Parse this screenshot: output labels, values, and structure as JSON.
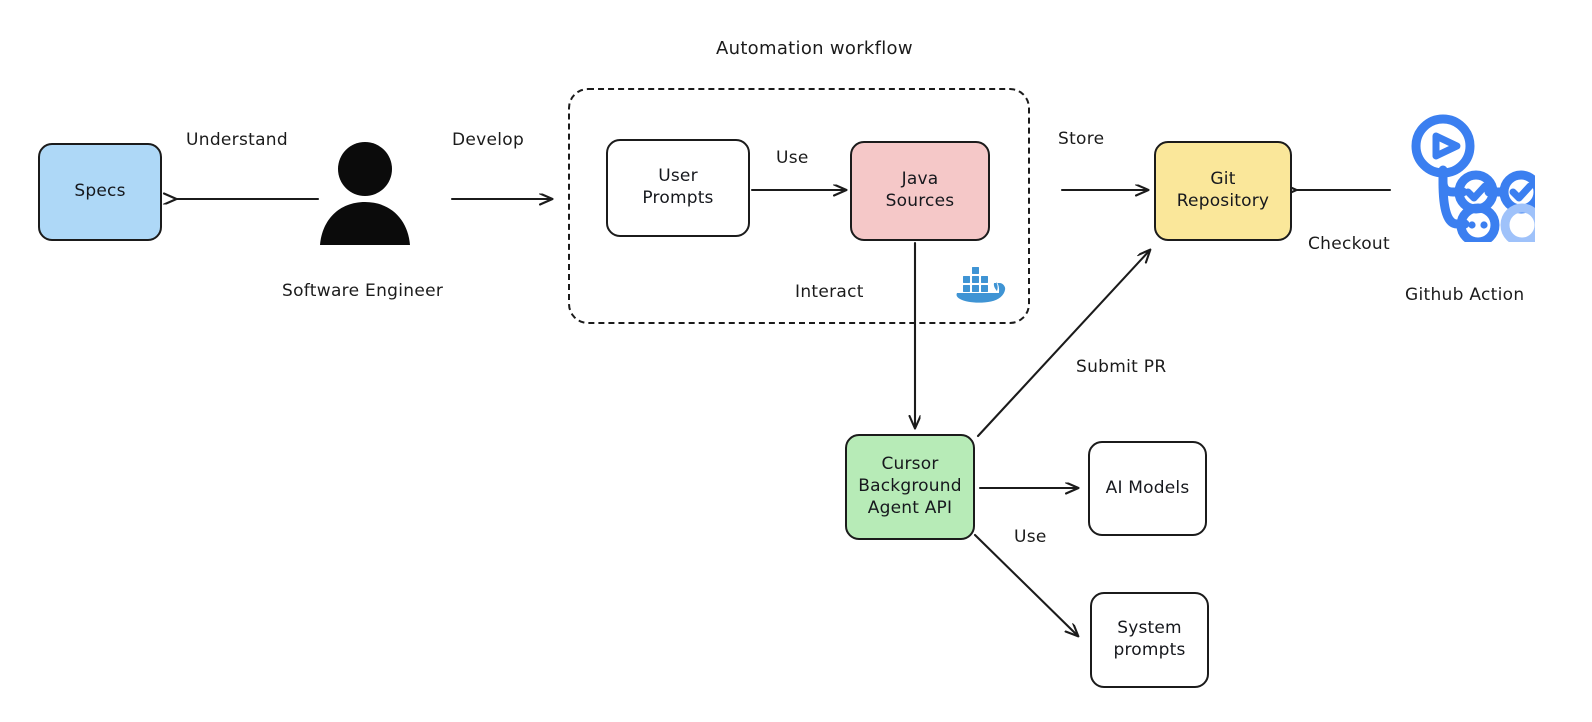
{
  "diagram": {
    "title": "Automation workflow",
    "group_title": "Automation workflow",
    "colors": {
      "specs_fill": "#aed8f7",
      "java_fill": "#f5c8c8",
      "git_fill": "#fae79a",
      "cursor_fill": "#b7ebb7",
      "plain_fill": "#ffffff",
      "stroke": "#1b1b1b",
      "docker_blue": "#3f94d4",
      "gha_blue": "#3b7ff0",
      "gha_blue_light": "#9fc2fa"
    },
    "nodes": [
      {
        "id": "specs",
        "label": "Specs",
        "fill": "#aed8f7"
      },
      {
        "id": "prompts",
        "label": "User\nPrompts",
        "fill": "#ffffff"
      },
      {
        "id": "java",
        "label": "Java\nSources",
        "fill": "#f5c8c8"
      },
      {
        "id": "git",
        "label": "Git\nRepository",
        "fill": "#fae79a"
      },
      {
        "id": "cursor",
        "label": "Cursor\nBackground\nAgent API",
        "fill": "#b7ebb7"
      },
      {
        "id": "models",
        "label": "AI Models",
        "fill": "#ffffff"
      },
      {
        "id": "sysprompts",
        "label": "System\nprompts",
        "fill": "#ffffff"
      }
    ],
    "edge_labels": [
      {
        "id": "understand",
        "text": "Understand"
      },
      {
        "id": "develop",
        "text": "Develop"
      },
      {
        "id": "use1",
        "text": "Use"
      },
      {
        "id": "store",
        "text": "Store"
      },
      {
        "id": "interact",
        "text": "Interact"
      },
      {
        "id": "checkout",
        "text": "Checkout"
      },
      {
        "id": "submitpr",
        "text": "Submit PR"
      },
      {
        "id": "use2",
        "text": "Use"
      }
    ],
    "captions": [
      {
        "id": "engineer",
        "text": "Software Engineer"
      },
      {
        "id": "github-action",
        "text": "Github Action"
      }
    ],
    "icons": [
      {
        "id": "person-icon",
        "name": "software-engineer-person-icon"
      },
      {
        "id": "docker-icon",
        "name": "docker-whale-icon"
      },
      {
        "id": "gha-icon",
        "name": "github-actions-icon"
      }
    ]
  }
}
